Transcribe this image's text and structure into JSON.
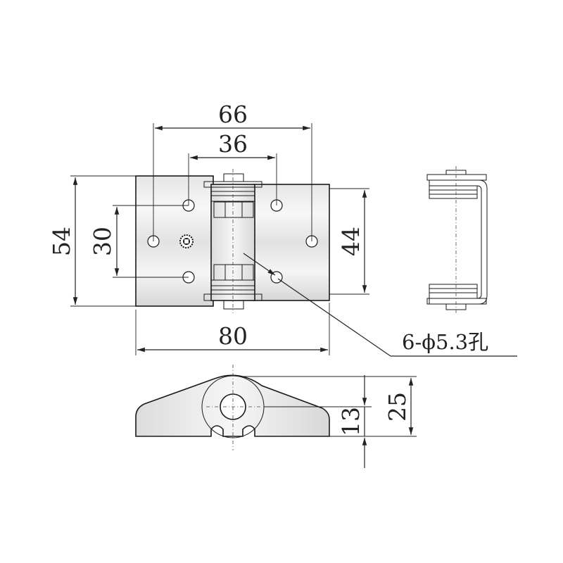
{
  "dimensions": {
    "overall_hole_spacing": "66",
    "inner_hole_spacing": "36",
    "overall_height": "54",
    "inner_hole_pitch": "30",
    "leaf_height": "44",
    "overall_width": "80",
    "profile_height": "25",
    "pivot_height": "13"
  },
  "callouts": {
    "hole_spec": "6-ϕ5.3孔"
  },
  "colors": {
    "metal_light": "#f2f2f2",
    "metal_dark": "#cfcfcf",
    "line": "#1a1a1a"
  },
  "icons": {
    "logo": "gear-logo-icon"
  }
}
